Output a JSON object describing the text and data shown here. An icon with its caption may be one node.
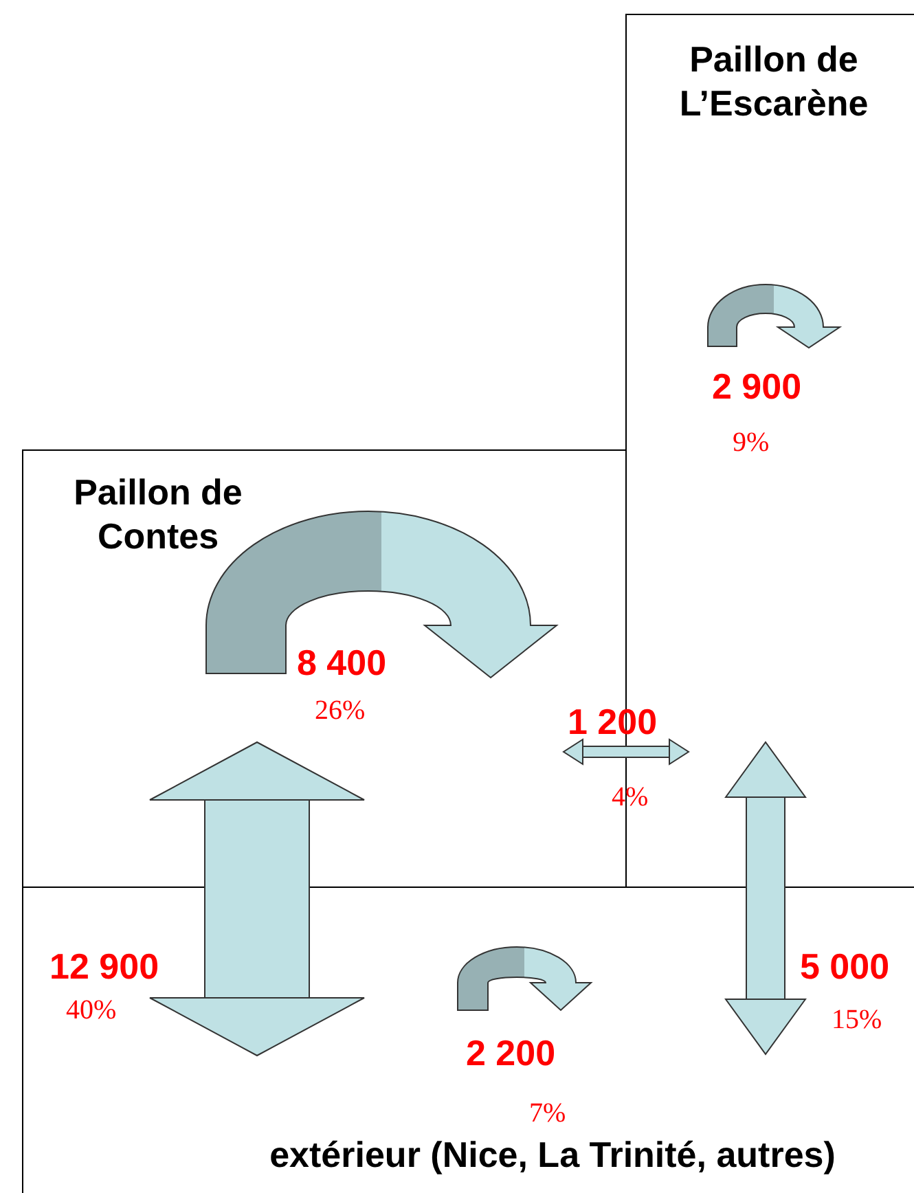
{
  "diagram": {
    "nodes": [
      {
        "text": [
          "Paillon de L’Escarène"
        ]
      },
      {
        "text": [
          "Paillon de Contes"
        ]
      },
      {
        "text": [
          "extérieur (Nice, La Trinité, autres)"
        ]
      }
    ],
    "edges": [
      {
        "from": 1,
        "to": 0,
        "arrow": "both",
        "label": "1 200"
      },
      {
        "from": 1,
        "to": 2,
        "arrow": "both",
        "label": "12 900"
      },
      {
        "from": 0,
        "to": 2,
        "arrow": "both",
        "label": "5 000"
      }
    ],
    "labels": [
      "2 900",
      "9%",
      "8 400",
      "26%",
      "4%",
      "40%",
      "15%",
      "2 200",
      "7%"
    ]
  }
}
